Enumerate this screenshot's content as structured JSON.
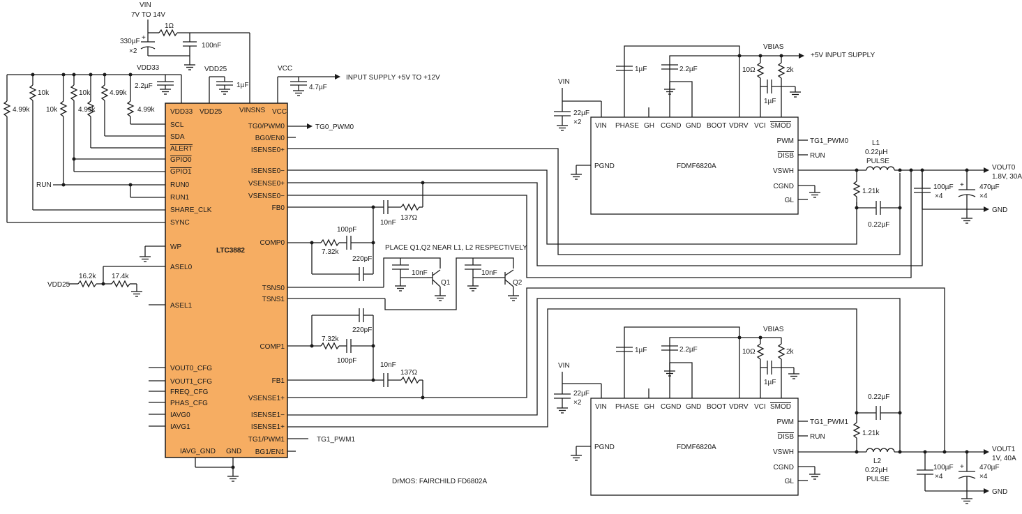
{
  "colors": {
    "chip_fill": "#f6ad62",
    "wire": "#1a1a1a",
    "background": "#ffffff"
  },
  "top": {
    "vin": "VIN",
    "vin_range": "7V TO 14V",
    "r_1ohm": "1Ω",
    "c_330": "330µF",
    "c_330_mult": "×2",
    "c_100n": "100nF",
    "vdd33": "VDD33",
    "vdd25": "VDD25",
    "vcc": "VCC",
    "input_supply": "INPUT SUPPLY +5V TO +12V",
    "c_2u2": "2.2µF",
    "c_1u": "1µF",
    "c_4u7": "4.7µF"
  },
  "pullups": {
    "r_499a": "4.99k",
    "r_10a": "10k",
    "r_10b": "10k",
    "r_10c": "10k",
    "r_499b": "4.99k",
    "r_499c": "4.99k"
  },
  "ltc": {
    "name": "LTC3882",
    "top_pins": [
      "VDD33",
      "VDD25",
      "VINSNS",
      "VCC"
    ],
    "left_pins": [
      "SCL",
      "SDA",
      "ALERT",
      "GPIO0",
      "GPIO1",
      "RUN0",
      "RUN1",
      "SHARE_CLK",
      "SYNC",
      "WP",
      "ASEL0",
      "ASEL1",
      "VOUT0_CFG",
      "VOUT1_CFG",
      "FREQ_CFG",
      "PHAS_CFG",
      "IAVG0",
      "IAVG1"
    ],
    "right_pins": [
      "TG0/PWM0",
      "BG0/EN0",
      "ISENSE0+",
      "ISENSE0−",
      "VSENSE0+",
      "VSENSE0−",
      "FB0",
      "COMP0",
      "TSNS0",
      "TSNS1",
      "COMP1",
      "FB1",
      "VSENSE1+",
      "ISENSE1−",
      "ISENSE1+",
      "TG1/PWM1",
      "BG1/EN1"
    ],
    "bottom_pins": [
      "IAVG_GND",
      "GND"
    ]
  },
  "left_labels": {
    "run": "RUN",
    "vdd25": "VDD25",
    "r_162": "16.2k",
    "r_174": "17.4k"
  },
  "comp": {
    "r_732a": "7.32k",
    "c_100pa": "100pF",
    "c_220pa": "220pF",
    "c_10na": "10nF",
    "r_137a": "137Ω",
    "r_732b": "7.32k",
    "c_100pb": "100pF",
    "c_220pb": "220pF",
    "c_10nb": "10nF",
    "r_137b": "137Ω"
  },
  "sense": {
    "note": "PLACE Q1,Q2 NEAR L1, L2 RESPECTIVELY",
    "c_10n": "10nF",
    "q1": "Q1",
    "q2": "Q2"
  },
  "signals": {
    "tg0": "TG0_PWM0",
    "tg1": "TG1_PWM1"
  },
  "drmos_note": "DrMOS: FAIRCHILD FD6802A",
  "drmos": [
    {
      "name": "FDMF6820A",
      "top_pins": [
        "VIN",
        "PHASE",
        "GH",
        "CGND",
        "GND",
        "BOOT",
        "VDRV",
        "VCI",
        "SMOD"
      ],
      "right_pins": [
        "PWM",
        "DISB",
        "VSWH",
        "CGND",
        "GL"
      ],
      "left_pin": "PGND",
      "pwm_label": "TG1_PWM0",
      "disb_label": "RUN",
      "vin": "VIN",
      "c_22u": "22µF",
      "c_22u_mult": "×2",
      "c_1u": "1µF",
      "c_2u2": "2.2µF",
      "vbias": "VBIAS",
      "r_10": "10Ω",
      "r_2k": "2k",
      "c_1ub": "1µF",
      "supply": "+5V INPUT SUPPLY",
      "inductor": "L1",
      "l_value": "0.22µH",
      "l_type": "PULSE",
      "r_121": "1.21k",
      "c_022": "0.22µF",
      "c_100u": "100µF",
      "c_100u_mult": "×4",
      "c_470u": "470µF",
      "c_470u_mult": "×4",
      "vout": "VOUT0",
      "vout_spec": "1.8V, 30A",
      "gnd": "GND"
    },
    {
      "name": "FDMF6820A",
      "top_pins": [
        "VIN",
        "PHASE",
        "GH",
        "CGND",
        "GND",
        "BOOT",
        "VDRV",
        "VCI",
        "SMOD"
      ],
      "right_pins": [
        "PWM",
        "DISB",
        "VSWH",
        "CGND",
        "GL"
      ],
      "left_pin": "PGND",
      "pwm_label": "TG1_PWM1",
      "disb_label": "RUN",
      "vin": "VIN",
      "c_22u": "22µF",
      "c_22u_mult": "×2",
      "c_1u": "1µF",
      "c_2u2": "2.2µF",
      "vbias": "VBIAS",
      "r_10": "10Ω",
      "r_2k": "2k",
      "c_1ub": "1µF",
      "supply": "",
      "inductor": "L2",
      "l_value": "0.22µH",
      "l_type": "PULSE",
      "r_121": "1.21k",
      "c_022": "0.22µF",
      "c_100u": "100µF",
      "c_100u_mult": "×4",
      "c_470u": "470µF",
      "c_470u_mult": "×4",
      "vout": "VOUT1",
      "vout_spec": "1V, 40A",
      "gnd": "GND"
    }
  ]
}
